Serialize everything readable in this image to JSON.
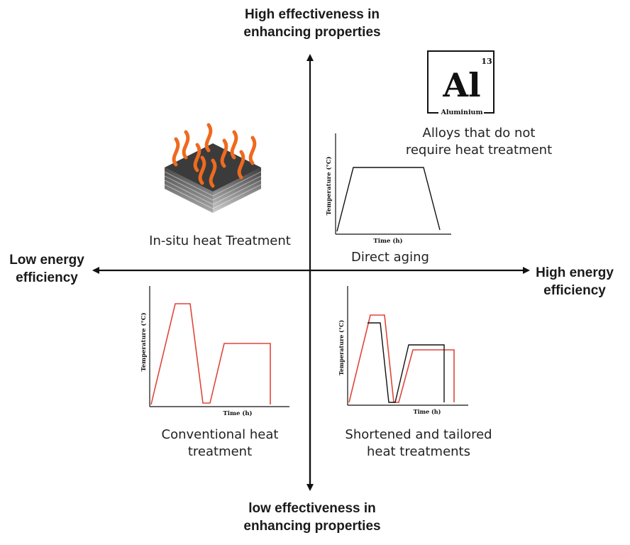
{
  "axes": {
    "top_line1": "High effectiveness in",
    "top_line2": "enhancing properties",
    "bottom_line1": "low effectiveness in",
    "bottom_line2": "enhancing properties",
    "left_line1": "Low energy",
    "left_line2": "efficiency",
    "right_line1": "High energy",
    "right_line2": "efficiency"
  },
  "quadrants": {
    "top_left": {
      "caption": "In-situ heat Treatment",
      "icon": "heated-block-icon"
    },
    "top_right": {
      "element": {
        "symbol": "Al",
        "atomic_number": "13",
        "name": "Aluminium"
      },
      "caption_line1": "Alloys that do not",
      "caption_line2": "require heat treatment",
      "graph": {
        "ylabel": "Temperature (°C)",
        "xlabel": "Time (h)"
      },
      "graph_caption": "Direct aging"
    },
    "bottom_left": {
      "graph": {
        "ylabel": "Temperature (°C)",
        "xlabel": "Time (h)"
      },
      "caption_line1": "Conventional heat",
      "caption_line2": "treatment"
    },
    "bottom_right": {
      "graph": {
        "ylabel": "Temperature (°C)",
        "xlabel": "Time (h)"
      },
      "caption_line1": "Shortened and tailored",
      "caption_line2": "heat treatments"
    }
  },
  "colors": {
    "axis": "#111111",
    "red_profile": "#e0453a",
    "black_profile": "#111111",
    "flame": "#ee6a1f",
    "block_dark": "#3a3a3a"
  }
}
